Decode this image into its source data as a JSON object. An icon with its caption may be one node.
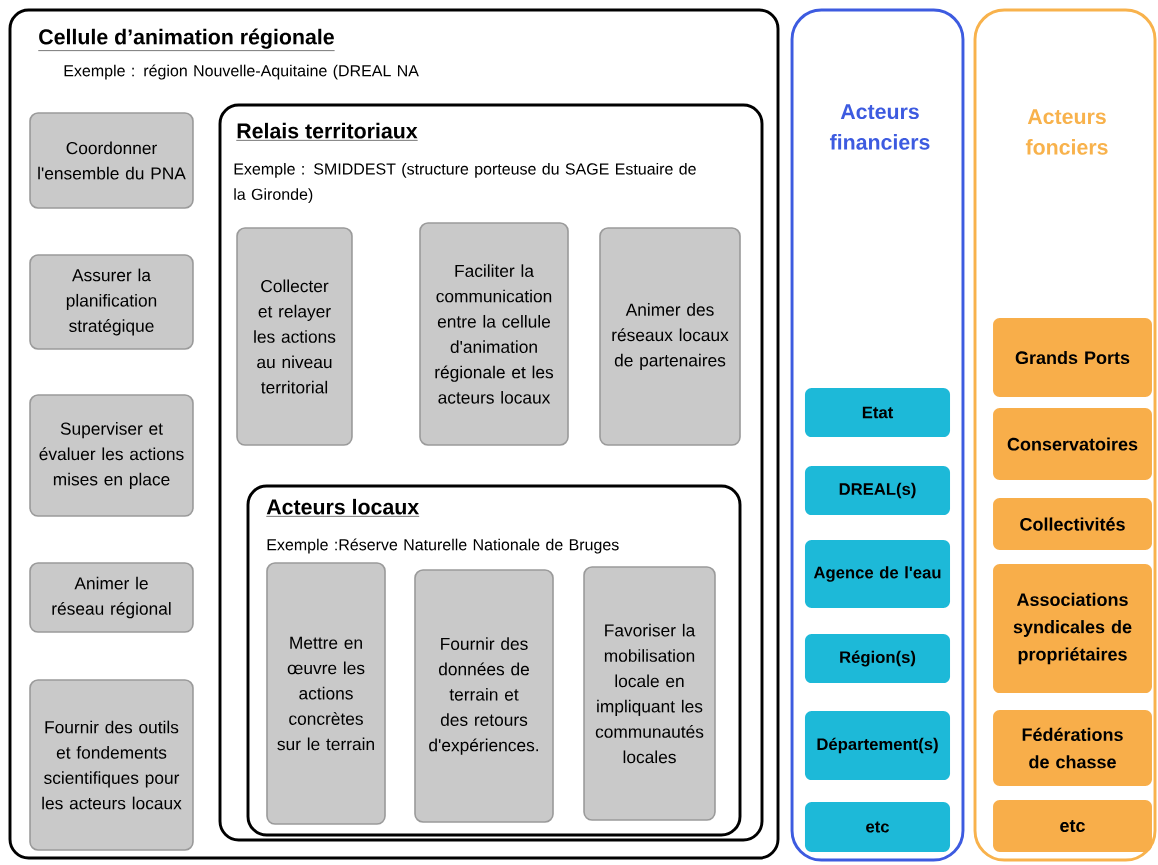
{
  "diagram": {
    "nodes": [
      {
        "text": [
          "Cellule d’animation régionale",
          "Exemple : région Nouvelle-Aquitaine (DREAL NA"
        ]
      },
      {
        "text": [
          "Coordonner l'ensemble du PNA"
        ],
        "in": 0
      },
      {
        "text": [
          "Assurer la planification stratégique"
        ],
        "in": 0
      },
      {
        "text": [
          "Superviser et évaluer les actions mises en place"
        ],
        "in": 0
      },
      {
        "text": [
          "Animer le réseau régional"
        ],
        "in": 0
      },
      {
        "text": [
          "Fournir des outils et fondements scientifiques pour les acteurs locaux"
        ],
        "in": 0
      },
      {
        "text": [
          "Relais territoriaux",
          "Exemple : SMIDDEST (structure porteuse du SAGE Estuaire de la Gironde)"
        ],
        "in": 0
      },
      {
        "text": [
          "Collecter et relayer les actions au niveau territorial"
        ],
        "in": 6
      },
      {
        "text": [
          "Faciliter la communication entre la cellule d'animation régionale et les acteurs locaux"
        ],
        "in": 6
      },
      {
        "text": [
          "Animer des réseaux locaux de partenaires"
        ],
        "in": 6
      },
      {
        "text": [
          "Acteurs locaux",
          "Exemple :Réserve Naturelle Nationale de Bruges"
        ],
        "in": 6
      },
      {
        "text": [
          "Mettre en œuvre les actions concrètes sur le terrain"
        ],
        "in": 10
      },
      {
        "text": [
          "Fournir des données de terrain et des retours d'expériences."
        ],
        "in": 10
      },
      {
        "text": [
          "Favoriser la mobilisation locale en impliquant les communautés locales"
        ],
        "in": 10
      },
      {
        "text": [
          "Acteurs financiers"
        ]
      },
      {
        "text": [
          "Etat"
        ],
        "in": 14
      },
      {
        "text": [
          "DREAL(s)"
        ],
        "in": 14
      },
      {
        "text": [
          "Agence de l'eau"
        ],
        "in": 14
      },
      {
        "text": [
          "Région(s)"
        ],
        "in": 14
      },
      {
        "text": [
          "Département(s)"
        ],
        "in": 14
      },
      {
        "text": [
          "etc"
        ],
        "in": 14
      },
      {
        "text": [
          "Acteurs fonciers"
        ]
      },
      {
        "text": [
          "Grands Ports"
        ],
        "in": 21
      },
      {
        "text": [
          "Conservatoires"
        ],
        "in": 21
      },
      {
        "text": [
          "Collectivités"
        ],
        "in": 21
      },
      {
        "text": [
          "Associations syndicales de propriétaires"
        ],
        "in": 21
      },
      {
        "text": [
          "Fédérations de chasse"
        ],
        "in": 21
      },
      {
        "text": [
          "etc"
        ],
        "in": 21
      }
    ]
  }
}
